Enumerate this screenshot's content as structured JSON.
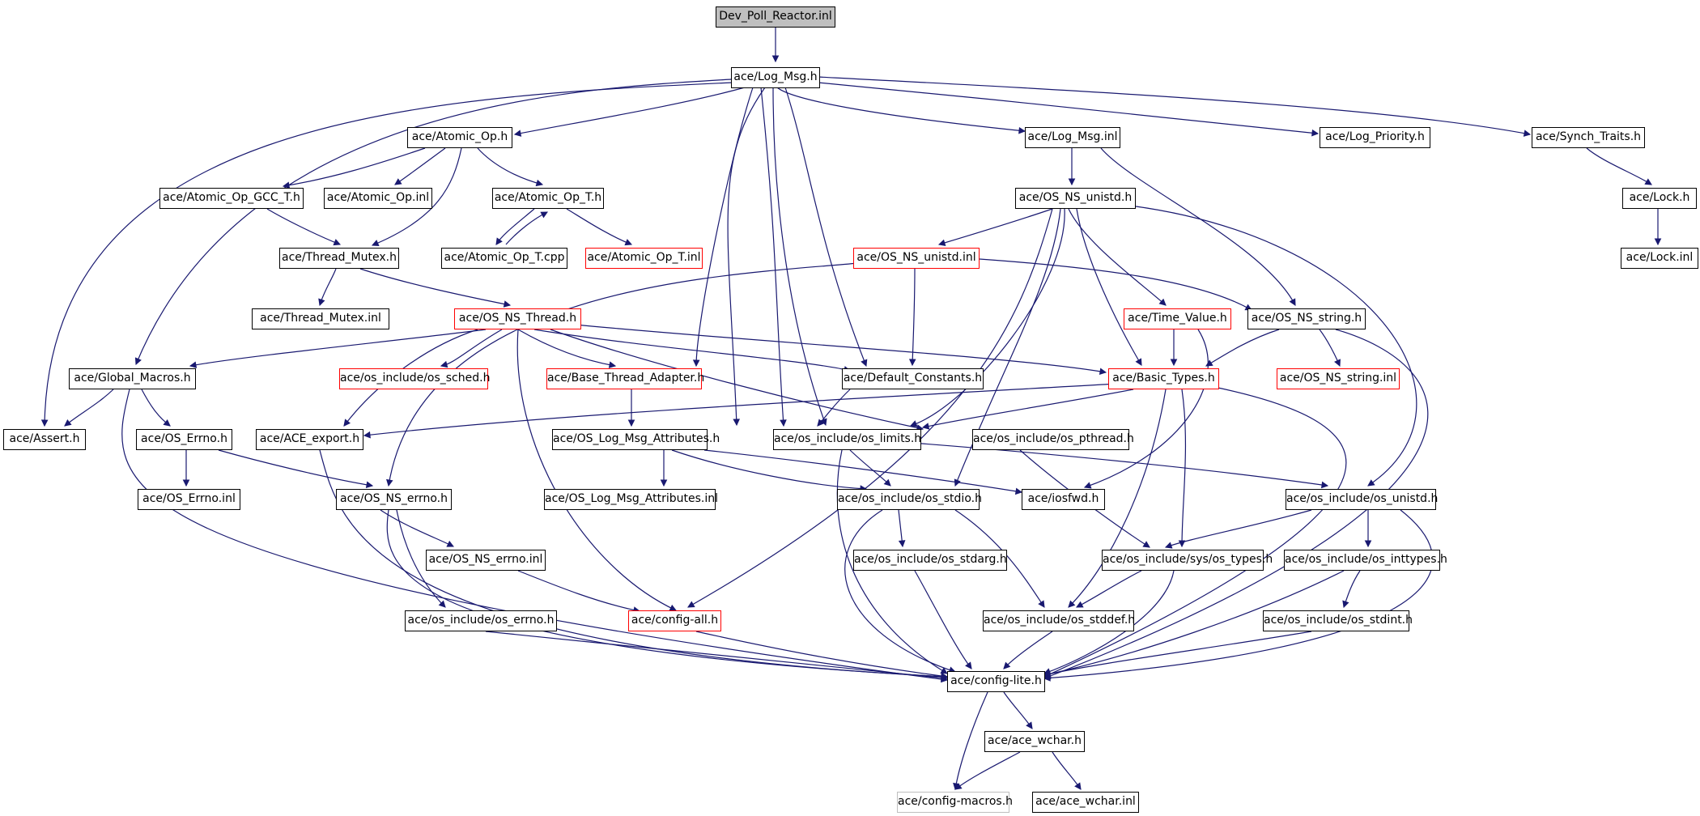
{
  "graph": {
    "edge_color": "#191970",
    "node_border": "#000000",
    "node_border_incomplete": "#ff0000",
    "node_border_external": "#bfbfbf",
    "root_fill": "#bfbfbf"
  },
  "nodes": {
    "dev_poll": "Dev_Poll_Reactor.inl",
    "log_msg_h": "ace/Log_Msg.h",
    "atomic_op_h": "ace/Atomic_Op.h",
    "log_msg_inl": "ace/Log_Msg.inl",
    "log_priority": "ace/Log_Priority.h",
    "synch_traits": "ace/Synch_Traits.h",
    "atomic_gcc_t": "ace/Atomic_Op_GCC_T.h",
    "atomic_op_inl": "ace/Atomic_Op.inl",
    "atomic_op_t_h": "ace/Atomic_Op_T.h",
    "os_ns_unistd_h": "ace/OS_NS_unistd.h",
    "lock_h": "ace/Lock.h",
    "thread_mutex_h": "ace/Thread_Mutex.h",
    "atomic_op_t_cpp": "ace/Atomic_Op_T.cpp",
    "atomic_op_t_inl": "ace/Atomic_Op_T.inl",
    "os_ns_unistd_inl": "ace/OS_NS_unistd.inl",
    "lock_inl": "ace/Lock.inl",
    "thread_mutex_inl": "ace/Thread_Mutex.inl",
    "os_ns_thread_h": "ace/OS_NS_Thread.h",
    "time_value_h": "ace/Time_Value.h",
    "os_ns_string_h": "ace/OS_NS_string.h",
    "global_macros": "ace/Global_Macros.h",
    "os_sched": "ace/os_include/os_sched.h",
    "base_thread_adapter": "ace/Base_Thread_Adapter.h",
    "default_constants": "ace/Default_Constants.h",
    "basic_types": "ace/Basic_Types.h",
    "os_ns_string_inl": "ace/OS_NS_string.inl",
    "assert_h": "ace/Assert.h",
    "os_errno_h": "ace/OS_Errno.h",
    "ace_export": "ace/ACE_export.h",
    "os_log_msg_attr": "ace/OS_Log_Msg_Attributes.h",
    "os_limits": "ace/os_include/os_limits.h",
    "os_pthread": "ace/os_include/os_pthread.h",
    "os_errno_inl": "ace/OS_Errno.inl",
    "os_ns_errno_h": "ace/OS_NS_errno.h",
    "os_log_msg_attr_inl": "ace/OS_Log_Msg_Attributes.inl",
    "os_stdio": "ace/os_include/os_stdio.h",
    "iosfwd": "ace/iosfwd.h",
    "os_unistd": "ace/os_include/os_unistd.h",
    "os_ns_errno_inl": "ace/OS_NS_errno.inl",
    "os_stdarg": "ace/os_include/os_stdarg.h",
    "sys_os_types": "ace/os_include/sys/os_types.h",
    "os_inttypes": "ace/os_include/os_inttypes.h",
    "os_include_errno": "ace/os_include/os_errno.h",
    "config_all": "ace/config-all.h",
    "os_stddef": "ace/os_include/os_stddef.h",
    "os_stdint": "ace/os_include/os_stdint.h",
    "config_lite": "ace/config-lite.h",
    "ace_wchar_h": "ace/ace_wchar.h",
    "config_macros": "ace/config-macros.h",
    "ace_wchar_inl": "ace/ace_wchar.inl"
  }
}
